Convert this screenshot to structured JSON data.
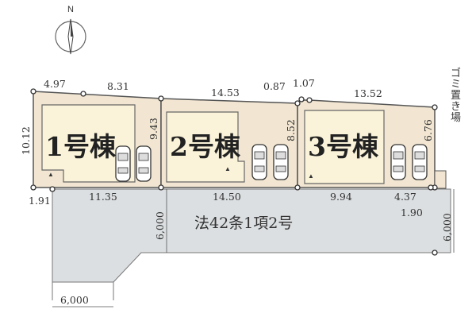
{
  "compass": {
    "north": "N"
  },
  "lots": [
    {
      "label": "1号棟"
    },
    {
      "label": "2号棟"
    },
    {
      "label": "3号棟"
    }
  ],
  "road": {
    "label": "法42条1項2号",
    "width_label": "6,000"
  },
  "gomi_label": "ゴミ置き場",
  "dims": {
    "top_1a": "4.97",
    "top_1b": "8.31",
    "top_2": "14.53",
    "top_2c": "0.87",
    "top_3a": "1.07",
    "top_3b": "13.52",
    "left_1": "10.12",
    "mid_12": "9.43",
    "mid_23": "8.52",
    "right_3": "6.76",
    "bottom_1a": "1.91",
    "bottom_1b": "11.35",
    "bottom_2": "14.50",
    "bottom_3a": "9.94",
    "bottom_3b": "4.37",
    "bottom_3c": "1.90",
    "road_w1": "6,000",
    "road_w2": "6,000",
    "road_w3": "6,000"
  },
  "colors": {
    "lot_fill": "#f2e6d2",
    "house_fill": "#fbf3d9",
    "road_fill": "#dcdfe1",
    "outline": "#555555"
  }
}
